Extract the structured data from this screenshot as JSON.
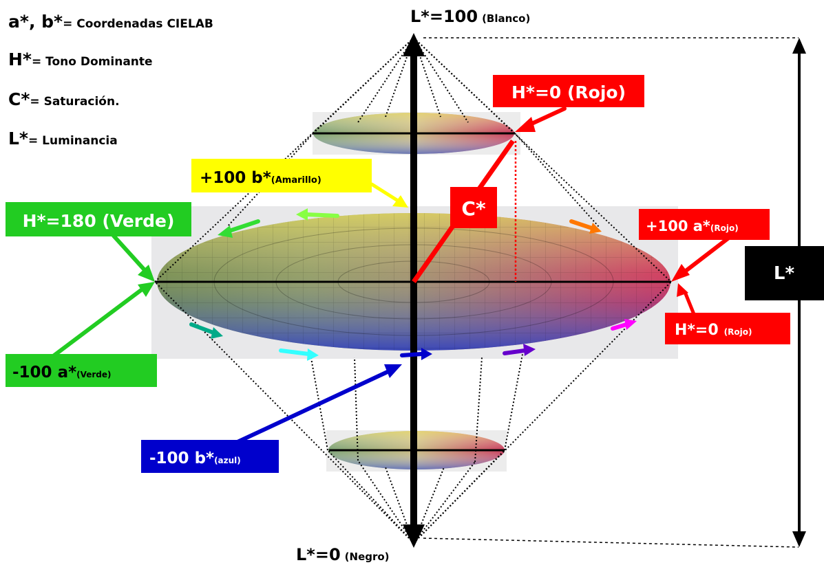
{
  "legend": [
    {
      "symbol": "a*, b*",
      "text": "= Coordenadas CIELAB"
    },
    {
      "symbol": "H*",
      "text": "= Tono Dominante"
    },
    {
      "symbol": "C*",
      "text": "= Saturación."
    },
    {
      "symbol": "L*",
      "text": "= Luminancia"
    }
  ],
  "axis": {
    "top_main": "L*=100",
    "top_sub": "(Blanco)",
    "bottom_main": "L*=0",
    "bottom_sub": "(Negro)"
  },
  "labels": {
    "h0_top": "H*=0 (Rojo)",
    "h180": "H*=180 (Verde)",
    "b_plus_main": "+100 b*",
    "b_plus_sub": "(Amarillo)",
    "a_plus_main": "+100 a*",
    "a_plus_sub": "(Rojo)",
    "h0_right_main": "H*=0",
    "h0_right_sub": "(Rojo)",
    "a_minus_main": "-100 a*",
    "a_minus_sub": "(Verde)",
    "b_minus_main": "-100 b*",
    "b_minus_sub": "(azul)",
    "chroma": "C*",
    "lightness": "L*"
  },
  "colors": {
    "red": "#ff0000",
    "green": "#22cc22",
    "yellow": "#ffff00",
    "blue": "#0000cc",
    "black": "#000000"
  }
}
